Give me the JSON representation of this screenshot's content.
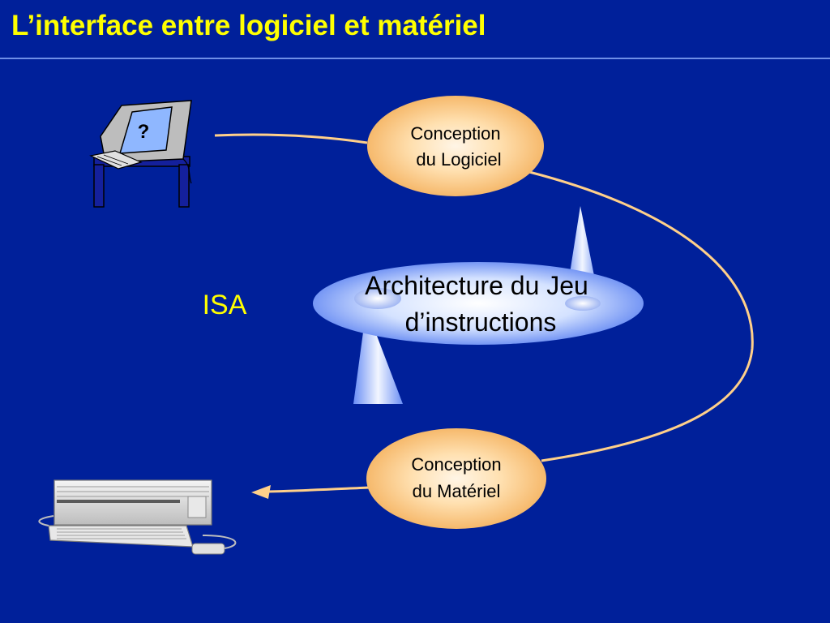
{
  "slide": {
    "title": "L’interface entre logiciel et matériel"
  },
  "diagram": {
    "software_node": {
      "line1": "Conception",
      "line2": "du Logiciel"
    },
    "hardware_node": {
      "line1": "Conception",
      "line2": "du Matériel"
    },
    "isa_label": "ISA",
    "platform": {
      "line1": "Architecture du Jeu",
      "line2": "d’instructions"
    },
    "computer_screen_symbol": "?",
    "colors": {
      "background": "#00209a",
      "title": "#ffff00",
      "node_fill": "#ffcc80",
      "connector": "#ffd08a",
      "text": "#000000"
    }
  }
}
